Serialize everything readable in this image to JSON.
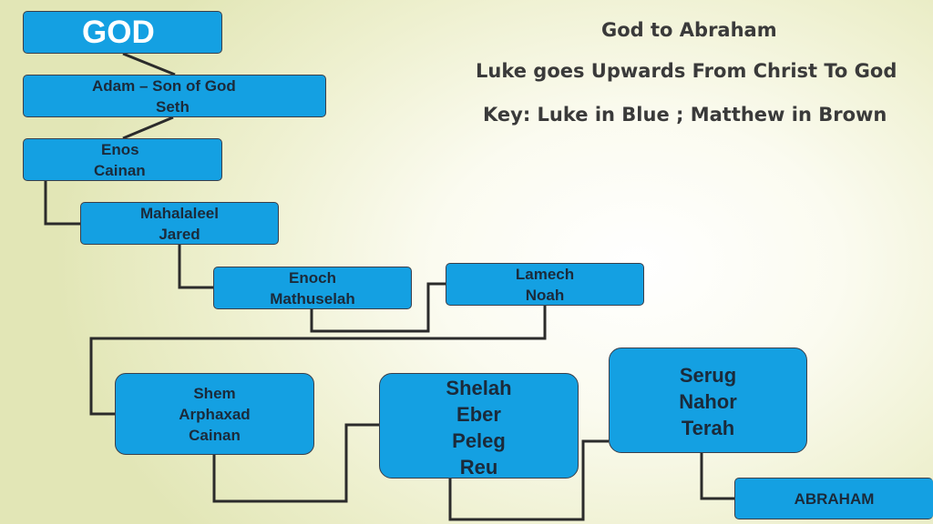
{
  "header": {
    "title": "God to Abraham",
    "subtitle": "Luke goes Upwards From Christ To God",
    "key": "Key: Luke in Blue ; Matthew in Brown"
  },
  "colors": {
    "box_fill": "#14a0e2",
    "box_border": "#3a3f4a",
    "connector": "#2b2b2b",
    "text": "#1b2a3a",
    "god_text": "#ffffff"
  },
  "nodes": {
    "god": [
      "GOD"
    ],
    "adam_seth": [
      "Adam – Son of God",
      "Seth"
    ],
    "enos_cainan": [
      "Enos",
      "Cainan"
    ],
    "mahalaleel_jared": [
      "Mahalaleel",
      "Jared"
    ],
    "enoch_mathuselah": [
      "Enoch",
      "Mathuselah"
    ],
    "lamech_noah": [
      "Lamech",
      "Noah"
    ],
    "shem_group": [
      "Shem",
      "Arphaxad",
      "Cainan"
    ],
    "shelah_group": [
      "Shelah",
      "Eber",
      "Peleg",
      "Reu"
    ],
    "serug_group": [
      "Serug",
      "Nahor",
      "Terah"
    ],
    "abraham": [
      "ABRAHAM"
    ]
  }
}
